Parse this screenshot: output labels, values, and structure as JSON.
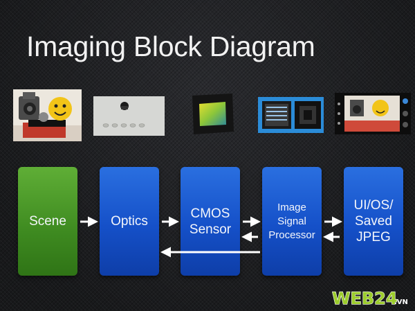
{
  "title": "Imaging Block Diagram",
  "blocks": [
    {
      "id": "scene",
      "label": "Scene",
      "color": "#3e8a20"
    },
    {
      "id": "optics",
      "label": "Optics",
      "color": "#1550c8"
    },
    {
      "id": "cmos",
      "label": "CMOS\nSensor",
      "color": "#1550c8"
    },
    {
      "id": "isp",
      "label": "Image\nSignal\nProcessor",
      "color": "#1550c8"
    },
    {
      "id": "ui",
      "label": "UI/OS/\nSaved\nJPEG",
      "color": "#1550c8"
    }
  ],
  "images": [
    {
      "name": "scene-photo"
    },
    {
      "name": "lens-elements-photo"
    },
    {
      "name": "cmos-sensor-chip-photo"
    },
    {
      "name": "processor-chip-photo"
    },
    {
      "name": "camera-screen-photo"
    }
  ],
  "watermark": {
    "brand": "WEB24",
    "suffix": ".VN"
  }
}
